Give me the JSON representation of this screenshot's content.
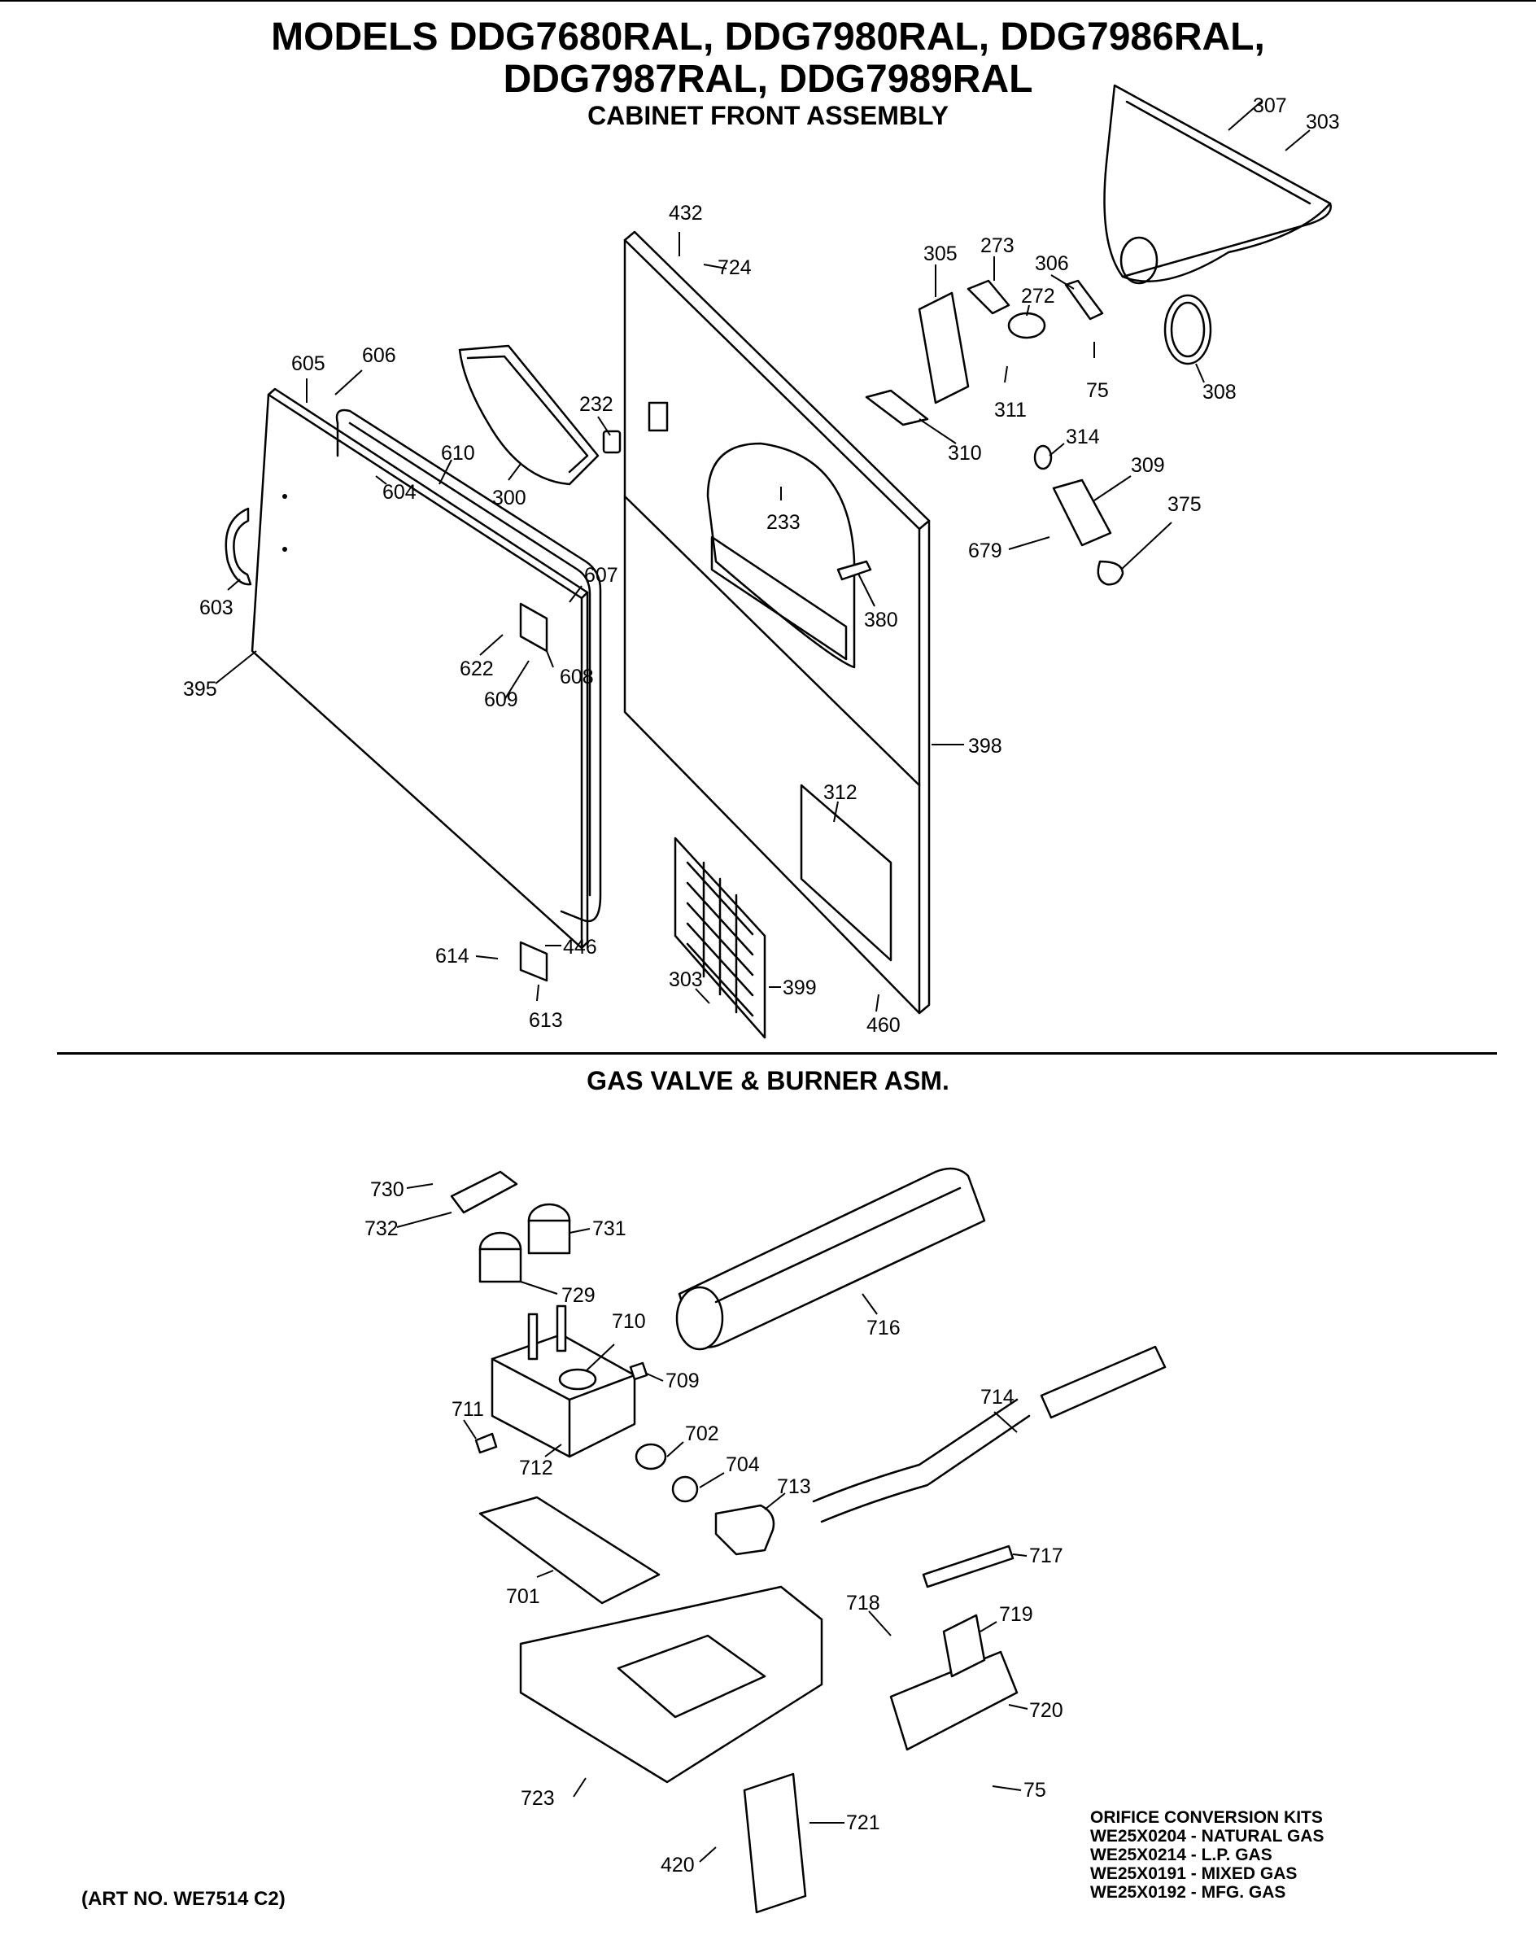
{
  "title": {
    "line1": "MODELS DDG7680RAL, DDG7980RAL, DDG7986RAL,",
    "line2": "DDG7987RAL, DDG7989RAL",
    "subtitle": "CABINET FRONT ASSEMBLY"
  },
  "section2_title": "GAS VALVE & BURNER ASM.",
  "art_number": "(ART NO. WE7514 C2)",
  "orifice_kits": {
    "title": "ORIFICE CONVERSION KITS",
    "rows": [
      "WE25X0204 - NATURAL GAS",
      "WE25X0214 - L.P. GAS",
      "WE25X0191 - MIXED GAS",
      "WE25X0192 - MFG. GAS"
    ]
  },
  "cabinet_parts": [
    "432",
    "724",
    "305",
    "273",
    "306",
    "307",
    "303",
    "272",
    "605",
    "606",
    "232",
    "308",
    "75",
    "311",
    "610",
    "300",
    "310",
    "314",
    "604",
    "309",
    "233",
    "375",
    "679",
    "607",
    "603",
    "380",
    "622",
    "608",
    "395",
    "609",
    "398",
    "312",
    "614",
    "446",
    "303",
    "399",
    "613",
    "460"
  ],
  "burner_parts": [
    "730",
    "732",
    "731",
    "729",
    "716",
    "710",
    "709",
    "711",
    "714",
    "702",
    "704",
    "712",
    "713",
    "717",
    "701",
    "718",
    "719",
    "720",
    "723",
    "75",
    "721",
    "420"
  ]
}
